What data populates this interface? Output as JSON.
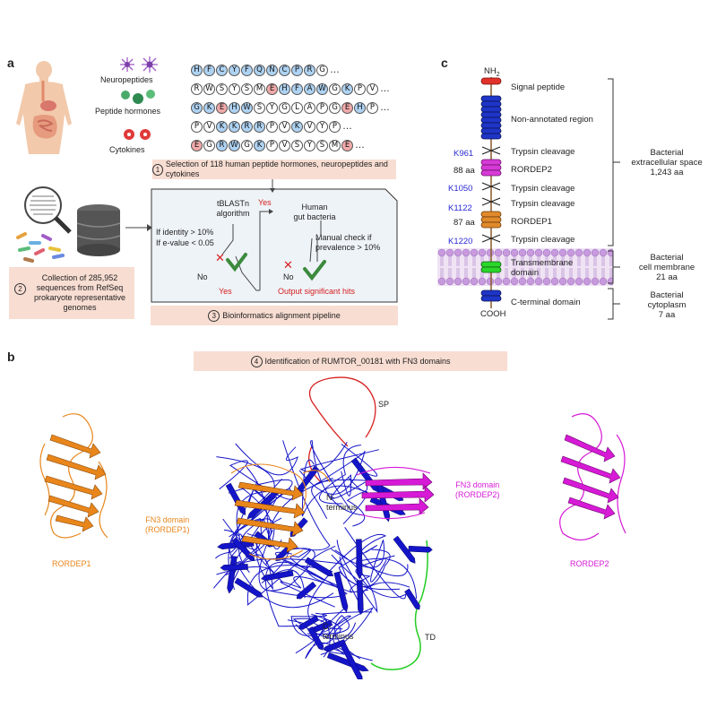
{
  "panel_a": {
    "label": "a",
    "categories": [
      "Neuropeptides",
      "Peptide hormones",
      "Cytokines"
    ],
    "sequences": [
      {
        "letters": [
          "H",
          "F",
          "C",
          "Y",
          "F",
          "Q",
          "N",
          "C",
          "P",
          "R",
          "G"
        ],
        "colors": [
          "b",
          "b",
          "b",
          "b",
          "b",
          "b",
          "b",
          "b",
          "b",
          "b",
          "w"
        ]
      },
      {
        "letters": [
          "R",
          "W",
          "S",
          "Y",
          "S",
          "M",
          "E",
          "H",
          "F",
          "A",
          "W",
          "G",
          "K",
          "P",
          "V"
        ],
        "colors": [
          "w",
          "w",
          "w",
          "w",
          "w",
          "w",
          "r",
          "b",
          "b",
          "b",
          "b",
          "w",
          "b",
          "w",
          "w"
        ]
      },
      {
        "letters": [
          "G",
          "K",
          "E",
          "H",
          "W",
          "S",
          "Y",
          "G",
          "L",
          "A",
          "P",
          "G",
          "E",
          "H",
          "P"
        ],
        "colors": [
          "b",
          "b",
          "r",
          "b",
          "b",
          "w",
          "w",
          "w",
          "w",
          "w",
          "w",
          "w",
          "r",
          "b",
          "w"
        ]
      },
      {
        "letters": [
          "P",
          "V",
          "K",
          "K",
          "R",
          "R",
          "P",
          "V",
          "K",
          "V",
          "Y",
          "P"
        ],
        "colors": [
          "w",
          "w",
          "b",
          "b",
          "b",
          "b",
          "w",
          "w",
          "b",
          "w",
          "w",
          "w"
        ]
      },
      {
        "letters": [
          "E",
          "G",
          "R",
          "W",
          "G",
          "K",
          "P",
          "V",
          "S",
          "Y",
          "S",
          "M",
          "E"
        ],
        "colors": [
          "r",
          "w",
          "b",
          "b",
          "w",
          "b",
          "w",
          "w",
          "w",
          "w",
          "w",
          "w",
          "r"
        ]
      }
    ],
    "ellipsis": "…",
    "step1": {
      "num": "1",
      "text": "Selection of 118 human peptide hormones, neuropeptides and cytokines"
    },
    "step2": {
      "num": "2",
      "lines": [
        "Collection of 285,952",
        "sequences from RefSeq",
        "prokaryote representative",
        "genomes"
      ]
    },
    "step3": {
      "num": "3",
      "text": "Bioinformatics alignment pipeline"
    },
    "pipeline": {
      "algo": [
        "tBLASTn",
        "algorithm"
      ],
      "identity": "If identity > 10%",
      "evalue": "If e-value < 0.05",
      "no1": "No",
      "yes1": "Yes",
      "yes_top": "Yes",
      "gut": [
        "Human",
        "gut bacteria"
      ],
      "manual": [
        "Manual check if",
        "prevalence > 10%"
      ],
      "no2": "No",
      "output": "Output significant hits"
    }
  },
  "panel_c": {
    "label": "c",
    "nh2": "NH",
    "nh2_sub": "2",
    "cooh": "COOH",
    "labels": [
      "Signal peptide",
      "Non-annotated region",
      "Trypsin cleavage",
      "RORDEP2",
      "Trypsin cleavage",
      "Trypsin cleavage",
      "RORDEP1",
      "Trypsin cleavage",
      "Transmembrane",
      "domain",
      "C-terminal domain"
    ],
    "sites": [
      "K961",
      "K1050",
      "K1122",
      "K1220"
    ],
    "lengths": [
      "88 aa",
      "87 aa"
    ],
    "regions": [
      {
        "lines": [
          "Bacterial",
          "extracellular space",
          "1,243 aa"
        ]
      },
      {
        "lines": [
          "Bacterial",
          "cell membrane",
          "21 aa"
        ]
      },
      {
        "lines": [
          "Bacterial",
          "cytoplasm",
          "7 aa"
        ]
      }
    ],
    "colors": {
      "signal": "#e03228",
      "nonannot": "#1f35c8",
      "rordep2": "#d63ad6",
      "rordep1": "#e08a2c",
      "tm": "#2bd62b",
      "ctd": "#1f35c8",
      "membrane": "#d7b8e6",
      "site": "#2a2ad6"
    }
  },
  "panel_b": {
    "label": "b",
    "step4": {
      "num": "4",
      "text": "Identification of RUMTOR_00181 with FN3 domains"
    },
    "labels": {
      "sp": "SP",
      "nterm": [
        "N-",
        "terminus"
      ],
      "cterm": [
        "C-",
        "terminus"
      ],
      "td": "TD",
      "fn3_left": [
        "FN3 domain",
        "(RORDEP1)"
      ],
      "fn3_right": [
        "FN3 domain",
        "(RORDEP2)"
      ],
      "rordep1": "RORDEP1",
      "rordep2": "RORDEP2"
    },
    "colors": {
      "rordep1": "#e8861c",
      "rordep2": "#d61ad6",
      "body": "#1414c8",
      "sp": "#d62020",
      "td": "#22cc22"
    }
  }
}
